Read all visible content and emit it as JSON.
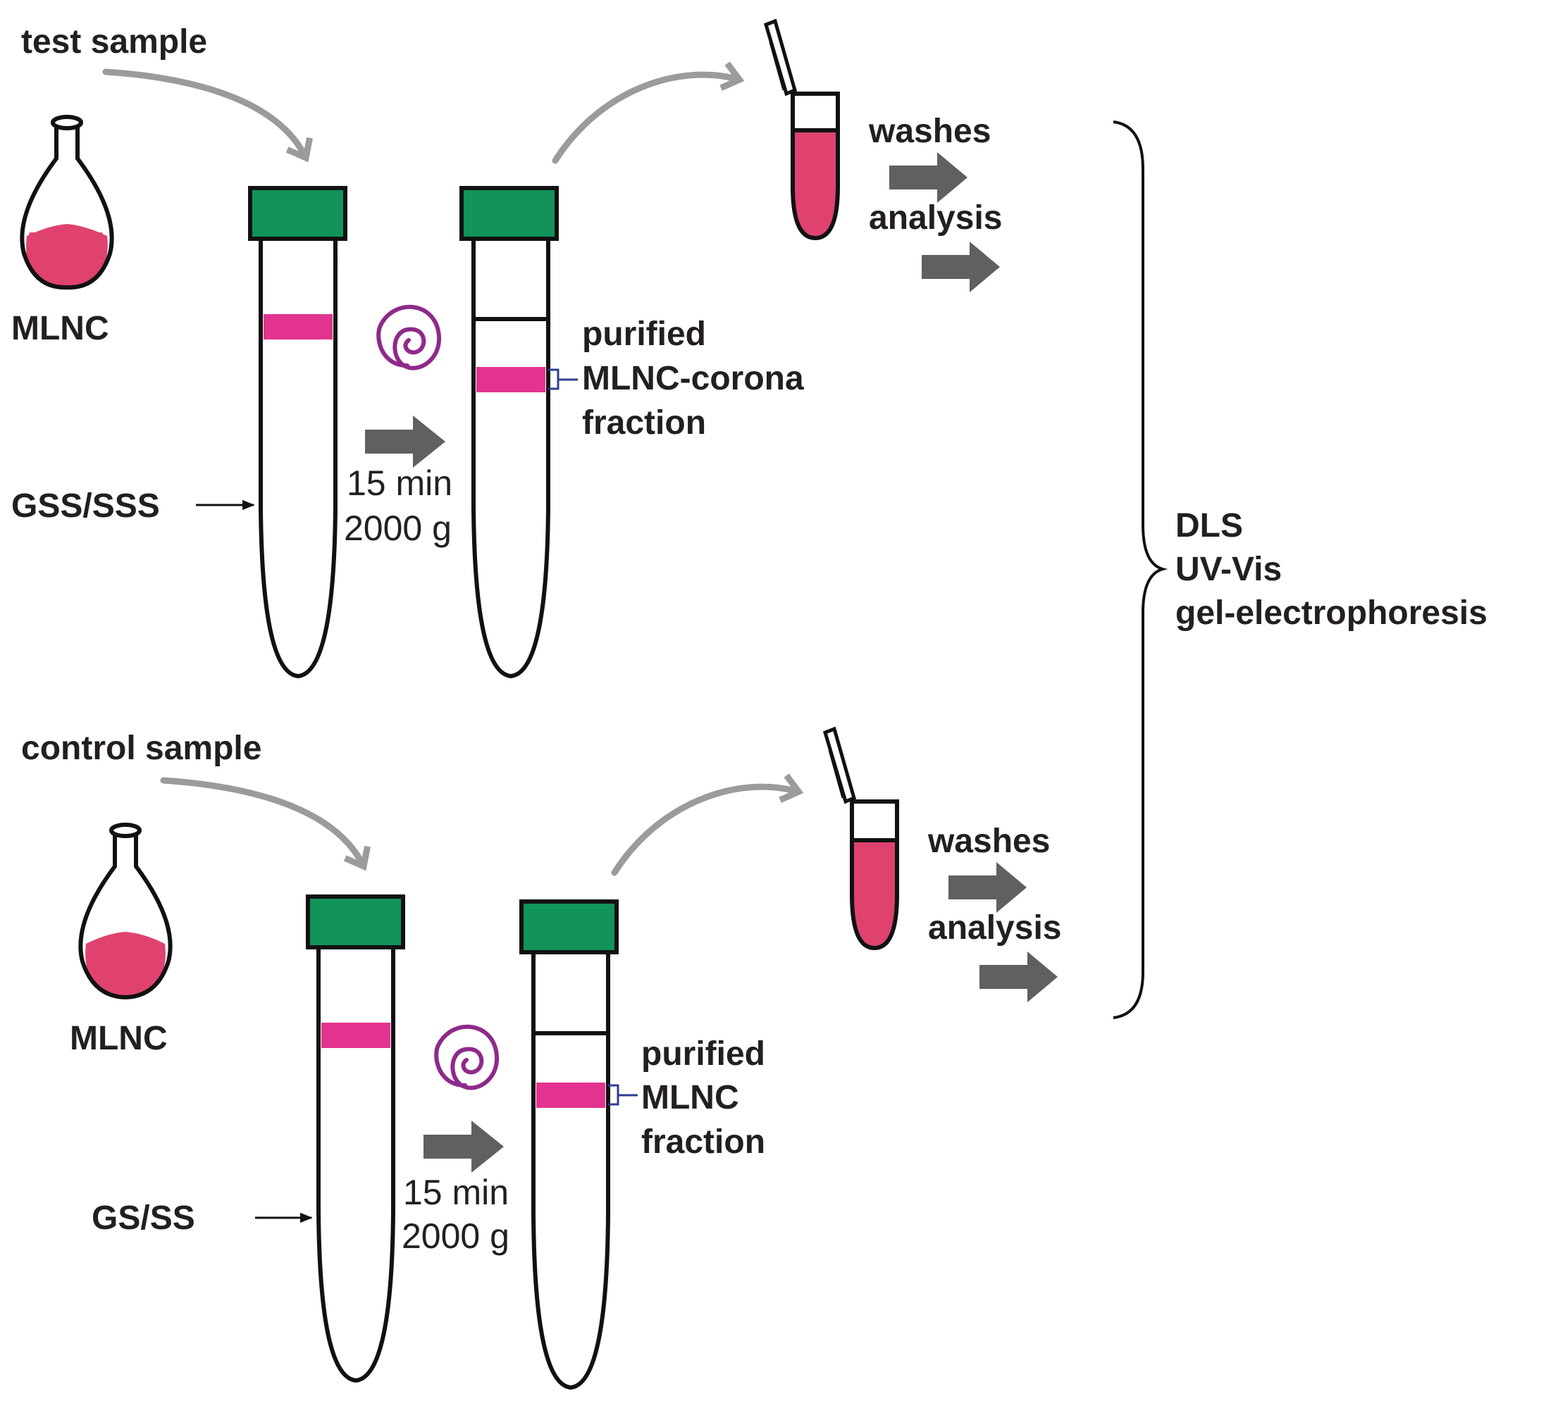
{
  "colors": {
    "cap": "#11935a",
    "liquid": "#e0426f",
    "band": "#e2348f",
    "spiral": "#8e2a8a",
    "arrow_grey": "#9b9b9b",
    "block_arrow": "#606060"
  },
  "top_row": {
    "sample_label": "test sample",
    "flask_label": "MLNC",
    "medium_label": "GSS/SSS",
    "spin_time": "15 min",
    "spin_force": "2000 g",
    "fraction_lines": [
      "purified",
      "MLNC-corona",
      "fraction"
    ],
    "step1": "washes",
    "step2": "analysis"
  },
  "bottom_row": {
    "sample_label": "control sample",
    "flask_label": "MLNC",
    "medium_label": "GS/SS",
    "spin_time": "15 min",
    "spin_force": "2000 g",
    "fraction_lines": [
      "purified",
      "MLNC",
      "fraction"
    ],
    "step1": "washes",
    "step2": "analysis"
  },
  "analysis_methods": [
    "DLS",
    "UV-Vis",
    "gel-electrophoresis"
  ]
}
